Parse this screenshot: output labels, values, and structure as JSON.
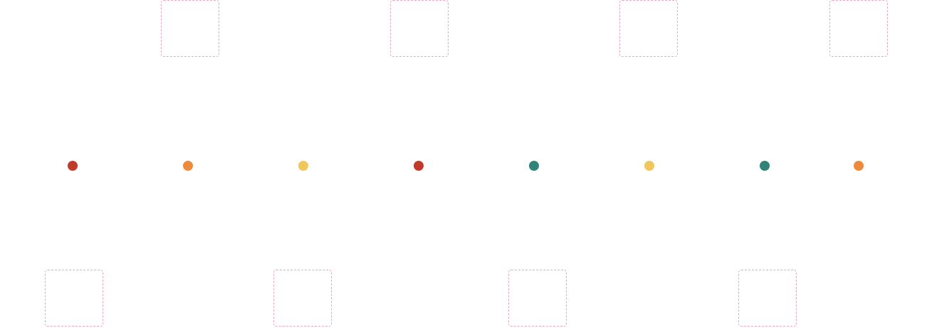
{
  "colors": {
    "placeholder_border": "#e8a9b9",
    "red": "#c0392b",
    "orange": "#ef8a3a",
    "yellow": "#f0c75a",
    "teal": "#2e8478"
  },
  "timeline": {
    "dots": [
      {
        "color": "red"
      },
      {
        "color": "orange"
      },
      {
        "color": "yellow"
      },
      {
        "color": "red"
      },
      {
        "color": "teal"
      },
      {
        "color": "yellow"
      },
      {
        "color": "teal"
      },
      {
        "color": "orange"
      }
    ]
  },
  "top_boxes": [
    {},
    {},
    {},
    {}
  ],
  "bottom_boxes": [
    {},
    {},
    {},
    {}
  ]
}
